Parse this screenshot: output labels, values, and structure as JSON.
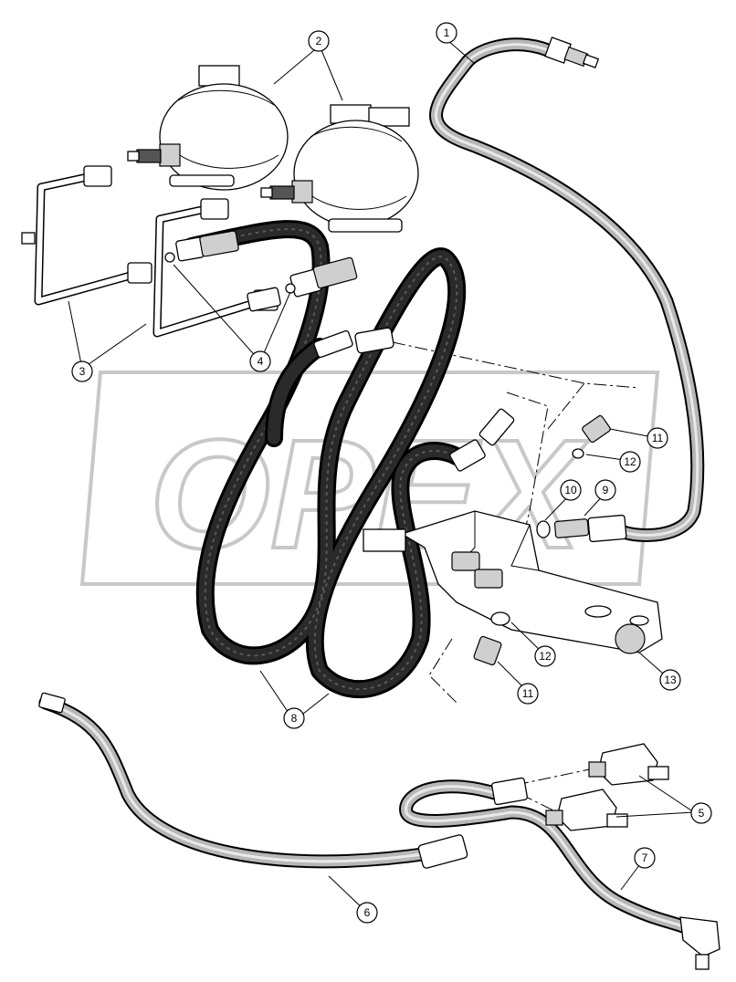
{
  "diagram": {
    "callouts": [
      {
        "id": "c1",
        "label": "1"
      },
      {
        "id": "c2",
        "label": "2"
      },
      {
        "id": "c3",
        "label": "3"
      },
      {
        "id": "c4",
        "label": "4"
      },
      {
        "id": "c5",
        "label": "5"
      },
      {
        "id": "c6",
        "label": "6"
      },
      {
        "id": "c7",
        "label": "7"
      },
      {
        "id": "c8",
        "label": "8"
      },
      {
        "id": "c9",
        "label": "9"
      },
      {
        "id": "c10",
        "label": "10"
      },
      {
        "id": "c11a",
        "label": "11"
      },
      {
        "id": "c11b",
        "label": "11"
      },
      {
        "id": "c12a",
        "label": "12"
      },
      {
        "id": "c12b",
        "label": "12"
      },
      {
        "id": "c13",
        "label": "13"
      }
    ],
    "watermark_text": "OPEX",
    "colors": {
      "ink": "#000000",
      "hose_black": "#2a2a2a",
      "tube_grey": "#b7b7b7",
      "watermark": "#c8c8c8"
    }
  }
}
